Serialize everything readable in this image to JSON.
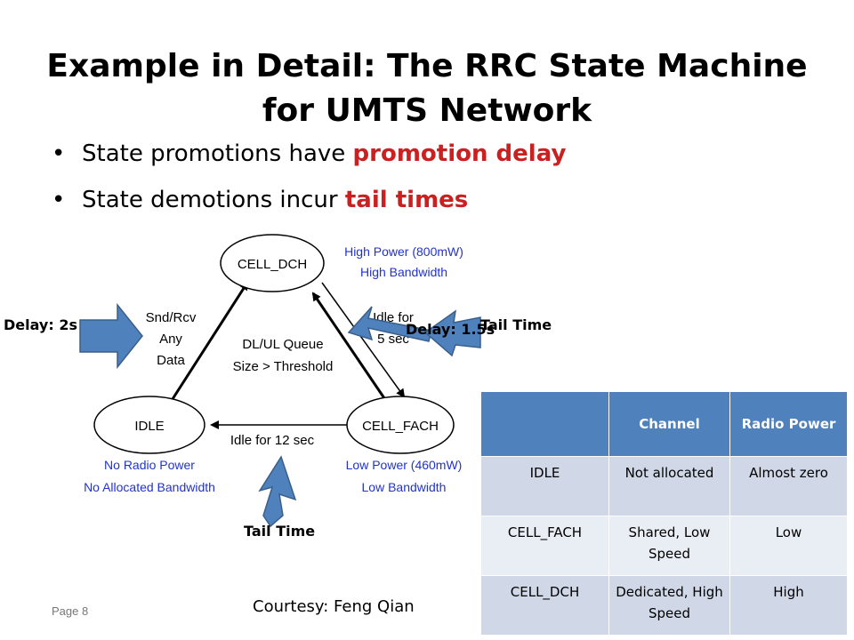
{
  "slide": {
    "title_line1": "Example in Detail: The RRC State Machine",
    "title_line2": "for UMTS Network",
    "bullets": [
      {
        "text": "State promotions have ",
        "highlight": "promotion delay"
      },
      {
        "text": "State demotions incur ",
        "highlight": "tail times"
      }
    ],
    "highlight_color": "#cc2020"
  },
  "diagram": {
    "states": {
      "dch": "CELL_DCH",
      "idle": "IDLE",
      "fach": "CELL_FACH"
    },
    "dch_props": [
      "High Power (800mW)",
      "High Bandwidth"
    ],
    "idle_props": [
      "No Radio Power",
      "No Allocated Bandwidth"
    ],
    "fach_props": [
      "Low Power (460mW)",
      "Low Bandwidth"
    ],
    "idle_to_dch_label": [
      "Snd/Rcv",
      "Any",
      "Data"
    ],
    "fach_to_dch_label": [
      "DL/UL Queue",
      "Size > Threshold"
    ],
    "dch_to_fach_label": [
      "Idle for",
      "5 sec"
    ],
    "fach_to_idle_label": "Idle for 12 sec",
    "prop_text_color": "#2233cc",
    "arrow_color": "#4f81bd"
  },
  "callouts": {
    "delay_2s": "Delay: 2s",
    "delay_15s": "Delay: 1.5s",
    "tail_time_right": "Tail Time",
    "tail_time_bottom": "Tail Time"
  },
  "table": {
    "headers": [
      "",
      "Channel",
      "Radio Power"
    ],
    "rows": [
      [
        "IDLE",
        "Not allocated",
        "Almost zero"
      ],
      [
        "CELL_FACH",
        "Shared, Low Speed",
        "Low"
      ],
      [
        "CELL_DCH",
        "Dedicated, High Speed",
        "High"
      ]
    ],
    "header_color": "#4f81bd"
  },
  "footer": {
    "page": "Page 8",
    "courtesy": "Courtesy: Feng Qian"
  }
}
